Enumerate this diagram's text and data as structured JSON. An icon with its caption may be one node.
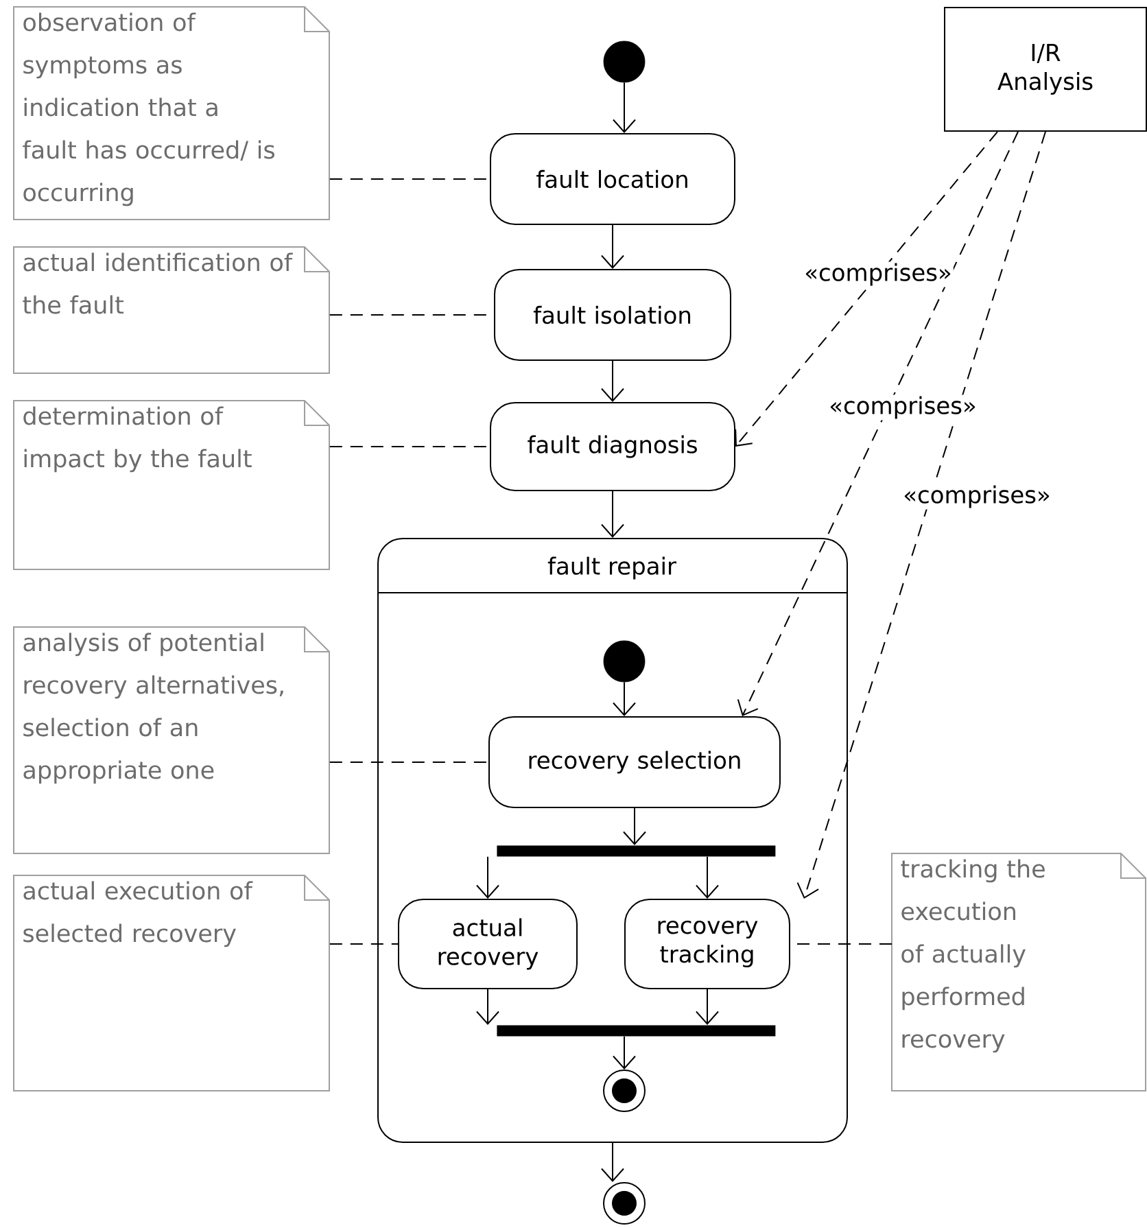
{
  "diagram": {
    "nodes": [
      {
        "text": [
          "observation of symptoms as indication that a fault has occurred/ is occurring"
        ]
      },
      {
        "text": [],
        "shape": "circle"
      },
      {
        "text": [
          "I/R Analysis"
        ]
      },
      {
        "text": [
          "fault location"
        ]
      },
      {
        "text": [
          "fault isolation"
        ]
      },
      {
        "text": [
          "actual identification of the fault"
        ]
      },
      {
        "text": [
          "determination of impact by the fault"
        ]
      },
      {
        "text": [
          "fault diagnosis"
        ]
      },
      {
        "text": [
          "fault repair"
        ]
      },
      {
        "text": [],
        "shape": "circle",
        "in": 8
      },
      {
        "text": [
          "analysis of potential recovery alternatives, selection of an appropriate one"
        ]
      },
      {
        "text": [
          "recovery selection"
        ],
        "in": 8
      },
      {
        "text": [],
        "shape": "bar",
        "in": 8
      },
      {
        "text": [
          "actual execution of selected recovery"
        ]
      },
      {
        "text": [
          "actual recovery"
        ],
        "in": 8
      },
      {
        "text": [
          "recovery tracking"
        ],
        "in": 8
      },
      {
        "text": [
          "tracking the execution of actually performed recovery"
        ]
      },
      {
        "text": [],
        "shape": "bar",
        "in": 8
      },
      {
        "text": [],
        "shape": "circle",
        "in": 8
      },
      {
        "text": [],
        "shape": "circle"
      }
    ],
    "edges": [
      {
        "from": 1,
        "to": 3,
        "arrow": "to"
      },
      {
        "from": 3,
        "to": 4,
        "arrow": "to"
      },
      {
        "from": 4,
        "to": 7,
        "arrow": "to"
      },
      {
        "from": 7,
        "to": 8,
        "arrow": "to"
      },
      {
        "from": 9,
        "to": 11,
        "arrow": "to"
      },
      {
        "from": 11,
        "to": 12,
        "arrow": "to"
      },
      {
        "from": 12,
        "to": 14,
        "arrow": "to"
      },
      {
        "from": 12,
        "to": 15,
        "arrow": "to"
      },
      {
        "from": 14,
        "to": 17,
        "arrow": "to"
      },
      {
        "from": 15,
        "to": 17,
        "arrow": "to"
      },
      {
        "from": 17,
        "to": 18,
        "arrow": "to"
      },
      {
        "from": 8,
        "to": 19,
        "arrow": "to"
      },
      {
        "from": 0,
        "to": 3,
        "arrow": "none",
        "style": "dashed"
      },
      {
        "from": 5,
        "to": 4,
        "arrow": "none",
        "style": "dashed"
      },
      {
        "from": 6,
        "to": 7,
        "arrow": "none",
        "style": "dashed"
      },
      {
        "from": 10,
        "to": 11,
        "arrow": "none",
        "style": "dashed"
      },
      {
        "from": 13,
        "to": 14,
        "arrow": "none",
        "style": "dashed"
      },
      {
        "from": 16,
        "to": 15,
        "arrow": "none",
        "style": "dashed"
      },
      {
        "from": 2,
        "to": 7,
        "arrow": "to",
        "style": "dashed",
        "label": "«comprises»"
      },
      {
        "from": 2,
        "to": 11,
        "arrow": "to",
        "style": "dashed",
        "label": "«comprises»"
      },
      {
        "from": 2,
        "to": 15,
        "arrow": "to",
        "style": "dashed",
        "label": "«comprises»"
      }
    ]
  }
}
